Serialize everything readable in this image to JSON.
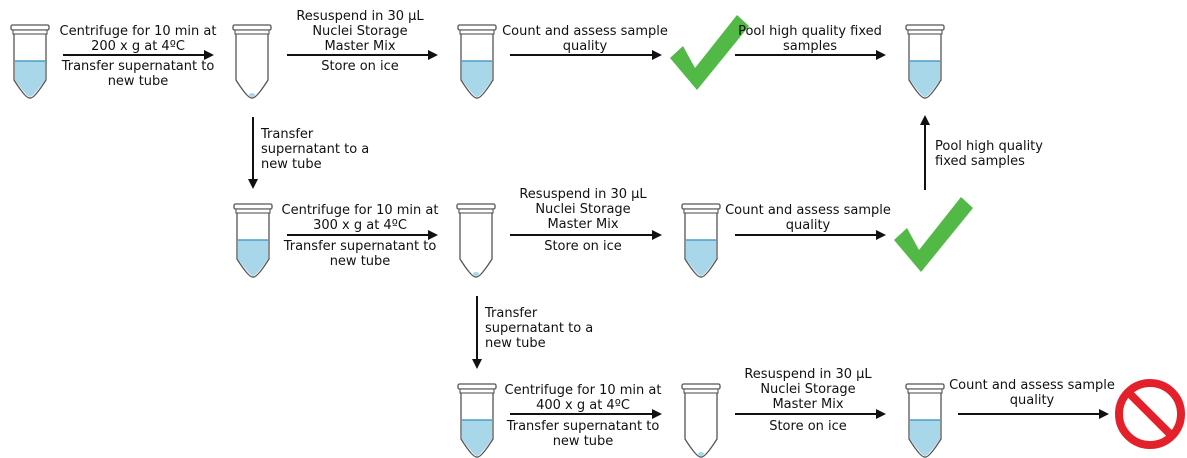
{
  "colors": {
    "liquid": "#a9d7ea",
    "liquid_edge": "#4c9ec7",
    "outline": "#555555",
    "arrow": "#111111",
    "check": "#52b947",
    "stop": "#e4202a"
  },
  "steps": {
    "r1_centrifuge": [
      "Centrifuge for 10 min at",
      "200 x g at 4ºC"
    ],
    "r1_transfer": [
      "Transfer supernatant to",
      "new tube"
    ],
    "r1_resuspend": [
      "Resuspend in 30 µL",
      "Nuclei Storage",
      "Master Mix"
    ],
    "r1_store": [
      "Store on ice"
    ],
    "r1_count": [
      "Count and assess sample",
      "quality"
    ],
    "r1_pool": [
      "Pool high quality fixed",
      "samples"
    ],
    "v1_transfer": [
      "Transfer",
      "supernatant to a",
      "new tube"
    ],
    "r2_centrifuge": [
      "Centrifuge for 10 min at",
      "300 x g at 4ºC"
    ],
    "r2_transfer": [
      "Transfer supernatant to",
      "new tube"
    ],
    "r2_resuspend": [
      "Resuspend in 30 µL",
      "Nuclei Storage",
      "Master Mix"
    ],
    "r2_store": [
      "Store on ice"
    ],
    "r2_count": [
      "Count and assess sample",
      "quality"
    ],
    "up_pool": [
      "Pool high quality",
      "fixed samples"
    ],
    "v2_transfer": [
      "Transfer",
      "supernatant to a",
      "new tube"
    ],
    "r3_centrifuge": [
      "Centrifuge for 10 min at",
      "400 x g at 4ºC"
    ],
    "r3_transfer": [
      "Transfer supernatant to",
      "new tube"
    ],
    "r3_resuspend": [
      "Resuspend in 30 µL",
      "Nuclei Storage",
      "Master Mix"
    ],
    "r3_store": [
      "Store on ice"
    ],
    "r3_count": [
      "Count and assess sample",
      "quality"
    ]
  },
  "outcomes": {
    "r1": "check-icon",
    "r2": "check-icon",
    "r3": "no-entry-icon"
  }
}
